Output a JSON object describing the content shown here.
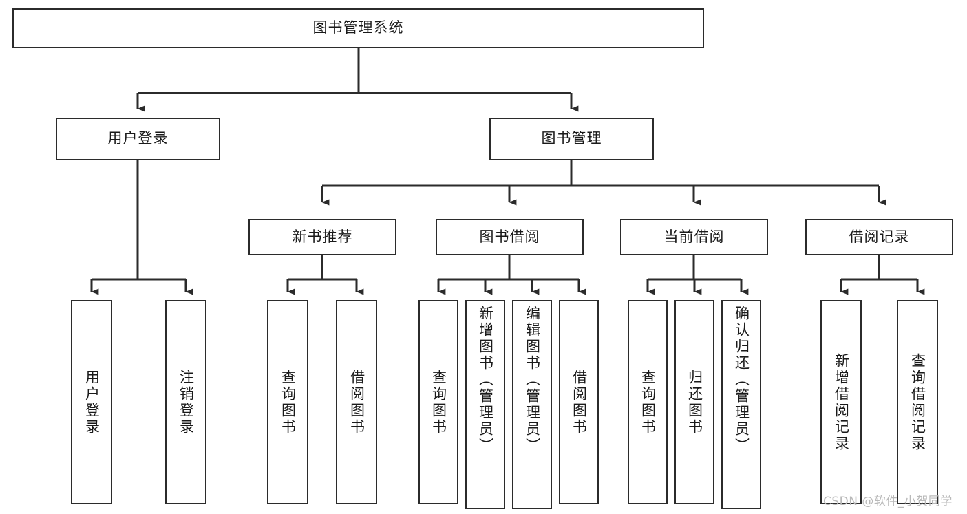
{
  "diagram": {
    "title": "图书管理系统",
    "type": "tree-hierarchy-chart",
    "colors": {
      "stroke": "#2b2b2b",
      "fill": "#ffffff",
      "text": "#1a1a1a",
      "watermark": "#b9b9b9"
    },
    "root": {
      "label": "图书管理系统"
    },
    "level2": [
      {
        "label": "用户登录"
      },
      {
        "label": "图书管理"
      }
    ],
    "level3": [
      {
        "label": "新书推荐"
      },
      {
        "label": "图书借阅"
      },
      {
        "label": "当前借阅"
      },
      {
        "label": "借阅记录"
      }
    ],
    "leaves": {
      "user_login": [
        {
          "label": "用户登录"
        },
        {
          "label": "注销登录"
        }
      ],
      "new_book_recommend": [
        {
          "label": "查询图书"
        },
        {
          "label": "借阅图书"
        }
      ],
      "book_borrow": [
        {
          "label": "查询图书"
        },
        {
          "label": "新增图书（管理员）"
        },
        {
          "label": "编辑图书（管理员）"
        },
        {
          "label": "借阅图书"
        }
      ],
      "current_borrow": [
        {
          "label": "查询图书"
        },
        {
          "label": "归还图书"
        },
        {
          "label": "确认归还（管理员）"
        }
      ],
      "borrow_record": [
        {
          "label": "新增借阅记录"
        },
        {
          "label": "查询借阅记录"
        }
      ]
    },
    "watermark": "CSDN @软件_小贺同学"
  }
}
